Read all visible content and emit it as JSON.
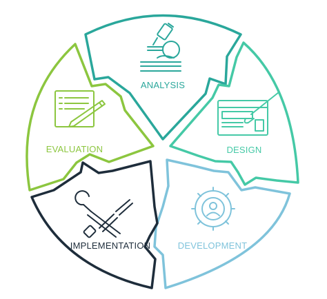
{
  "diagram": {
    "segments": [
      {
        "id": "analysis",
        "label": "ANALYSIS",
        "color": "#2aa79b",
        "icon": "microscope-icon"
      },
      {
        "id": "design",
        "label": "DESIGN",
        "color": "#45c9a6",
        "icon": "design-window-brush-icon"
      },
      {
        "id": "development",
        "label": "DEVELOPMENT",
        "color": "#7fc3db",
        "icon": "gear-user-icon"
      },
      {
        "id": "implementation",
        "label": "IMPLEMENTATION",
        "color": "#1e2d3b",
        "icon": "wrench-screwdriver-icon"
      },
      {
        "id": "evaluation",
        "label": "EVALUATION",
        "color": "#8cc63f",
        "icon": "checklist-pencil-icon"
      }
    ]
  }
}
